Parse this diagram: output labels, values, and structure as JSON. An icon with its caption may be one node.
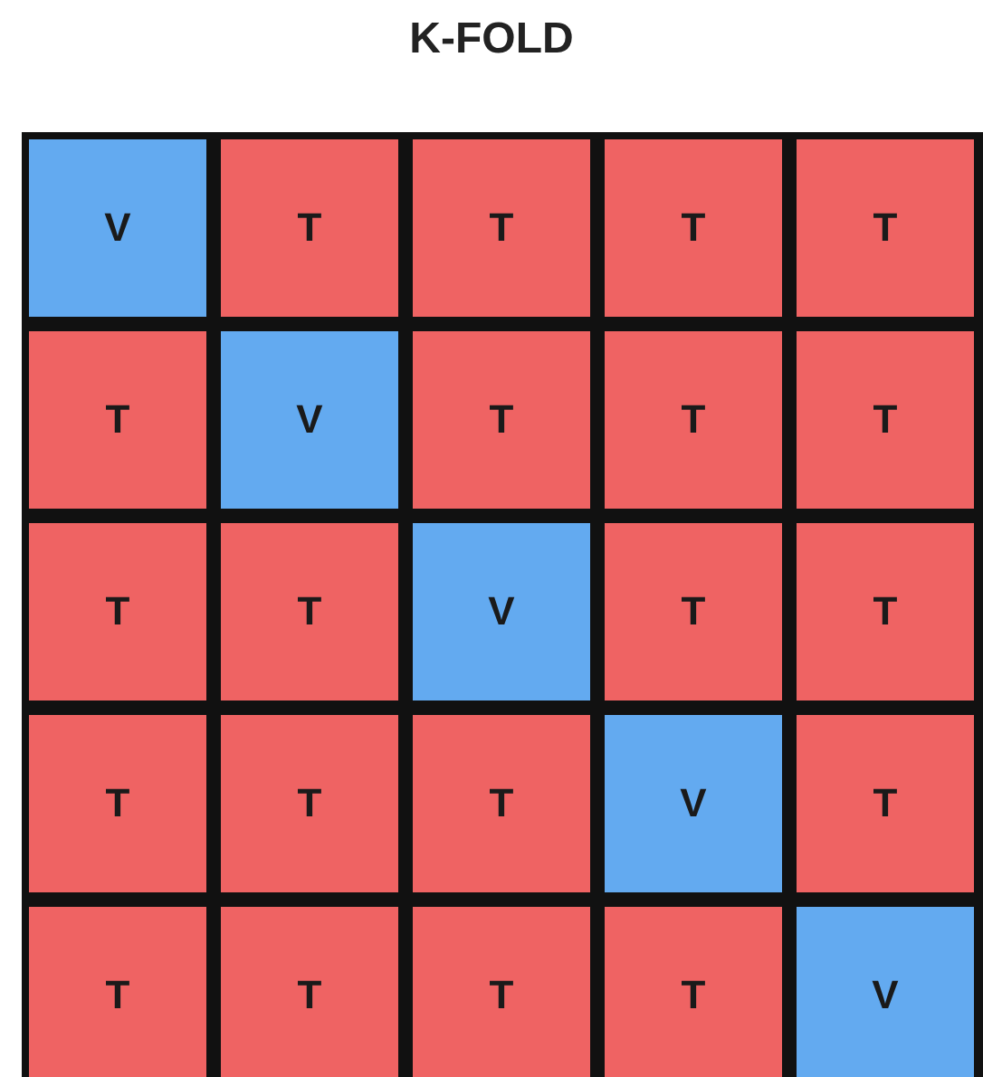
{
  "diagram": {
    "title": "K-FOLD",
    "nodes": [
      {
        "text": [
          "V"
        ]
      },
      {
        "text": [
          "T"
        ]
      },
      {
        "text": [
          "T"
        ]
      },
      {
        "text": [
          "T"
        ]
      },
      {
        "text": [
          "T"
        ]
      },
      {
        "text": [
          "T"
        ]
      },
      {
        "text": [
          "V"
        ]
      },
      {
        "text": [
          "T"
        ]
      },
      {
        "text": [
          "T"
        ]
      },
      {
        "text": [
          "T"
        ]
      },
      {
        "text": [
          "T"
        ]
      },
      {
        "text": [
          "T"
        ]
      },
      {
        "text": [
          "V"
        ]
      },
      {
        "text": [
          "T"
        ]
      },
      {
        "text": [
          "T"
        ]
      },
      {
        "text": [
          "T"
        ]
      },
      {
        "text": [
          "T"
        ]
      },
      {
        "text": [
          "T"
        ]
      },
      {
        "text": [
          "V"
        ]
      },
      {
        "text": [
          "T"
        ]
      },
      {
        "text": [
          "T"
        ]
      },
      {
        "text": [
          "T"
        ]
      },
      {
        "text": [
          "T"
        ]
      },
      {
        "text": [
          "T"
        ]
      },
      {
        "text": [
          "V"
        ]
      }
    ],
    "edges": []
  }
}
